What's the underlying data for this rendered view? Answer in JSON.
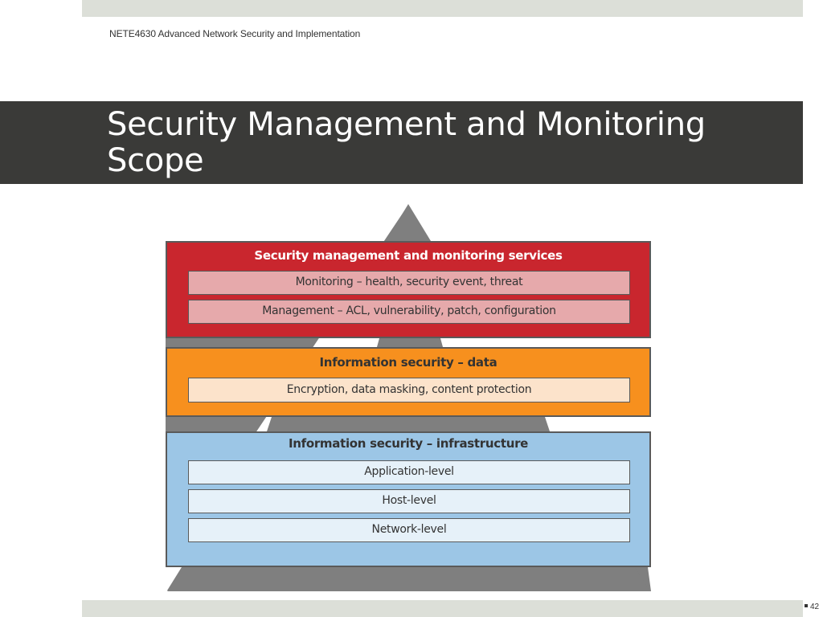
{
  "header": {
    "course": "NETE4630 Advanced Network Security and Implementation"
  },
  "slide": {
    "title": "Security Management and Monitoring Scope",
    "page_number": "42"
  },
  "diagram": {
    "layers": [
      {
        "heading": "Security management and monitoring services",
        "color": "#c9262e",
        "items": [
          "Monitoring – health, security event, threat",
          "Management – ACL, vulnerability, patch, configuration"
        ]
      },
      {
        "heading": "Information security – data",
        "color": "#f7901e",
        "items": [
          "Encryption, data masking, content protection"
        ]
      },
      {
        "heading": "Information security – infrastructure",
        "color": "#9cc6e6",
        "items": [
          "Application-level",
          "Host-level",
          "Network-level"
        ]
      }
    ],
    "pyramid_color": "#7f7f7f"
  }
}
